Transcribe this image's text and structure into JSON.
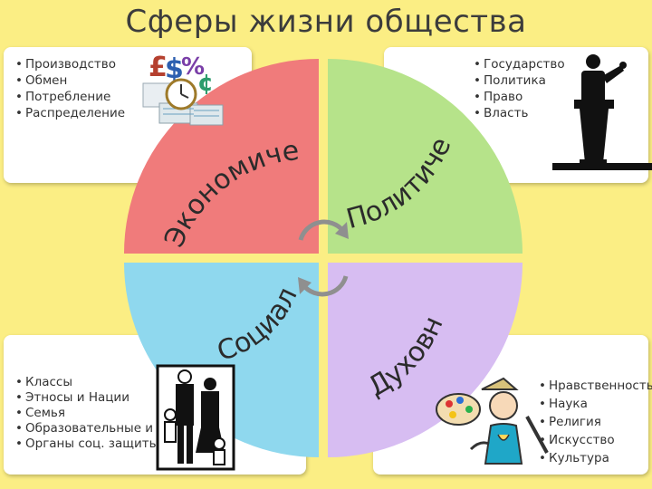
{
  "title": "Сферы жизни общества",
  "spheres": {
    "economic": {
      "label": "Экономическая",
      "color": "#f07b7b"
    },
    "political": {
      "label": "Политическая",
      "color": "#b6e38a"
    },
    "social": {
      "label": "Социальная",
      "color": "#8fd8ee"
    },
    "spiritual": {
      "label": "Духовная",
      "color": "#d7bdf2"
    }
  },
  "boxes": {
    "economic": [
      "Производство",
      "Обмен",
      "Потребление",
      "Распределение"
    ],
    "political": [
      "Государство",
      "Политика",
      "Право",
      "Власть"
    ],
    "social": [
      "Классы",
      "Этносы и Нации",
      "Семья",
      "Образовательные и мед. учреждения",
      "Органы соц. защиты"
    ],
    "spiritual": [
      "Нравственность",
      "Наука",
      "Религия",
      "Искусство",
      "Культура"
    ]
  }
}
